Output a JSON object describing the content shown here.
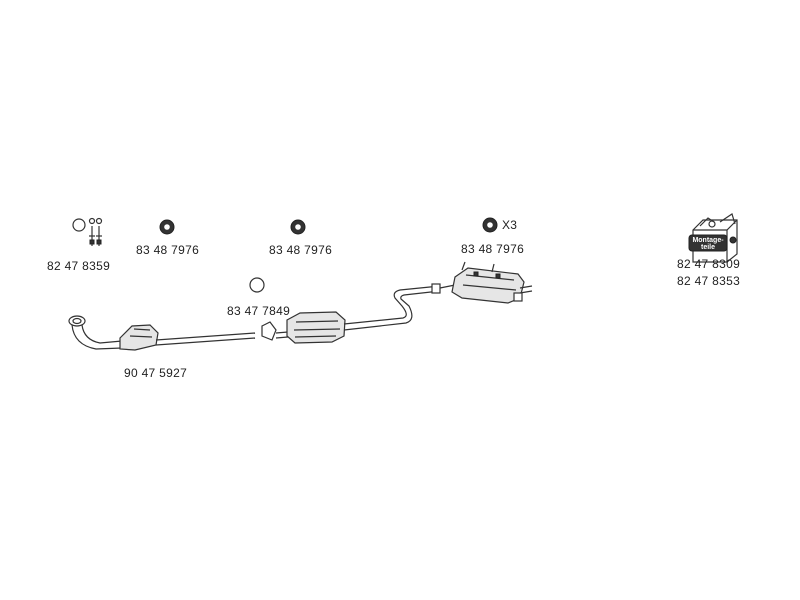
{
  "parts": {
    "mount_kit": {
      "part_no": "82 47 8359"
    },
    "hanger_1": {
      "part_no": "83 48 7976"
    },
    "hanger_2": {
      "part_no": "83 48 7976"
    },
    "hanger_3": {
      "part_no": "83 48 7976",
      "quantity": "X3"
    },
    "gasket_ring": {
      "part_no": "83 47 7849"
    },
    "front_pipe": {
      "part_no": "90 47 5927"
    },
    "mounting_parts_box": {
      "label": "Montage-teile",
      "label_line1": "Montage-",
      "label_line2": "teile",
      "part_no_1": "82 47 8309",
      "part_no_2": "82 47 8353"
    }
  },
  "colors": {
    "line": "#333333",
    "fill": "#e6e6e6",
    "text": "#222222"
  }
}
